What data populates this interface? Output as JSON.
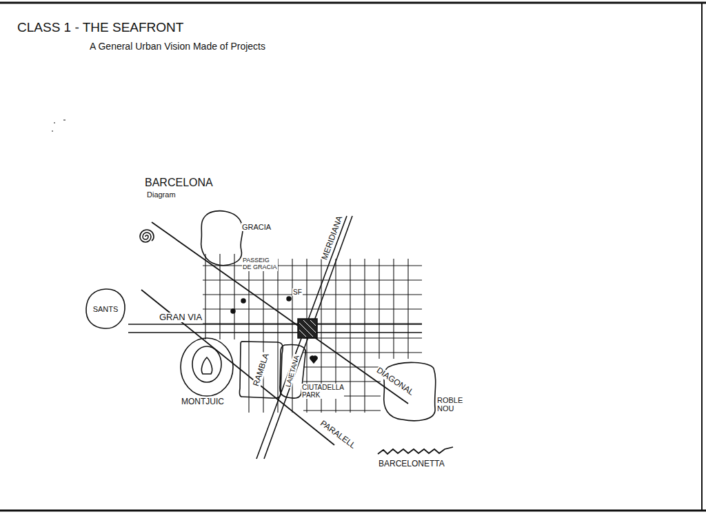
{
  "diagram": {
    "title": "CLASS 1 - THE SEAFRONT",
    "nodes": [
      {
        "text": [
          "GRACIA"
        ]
      },
      {
        "text": [
          "SANTS"
        ]
      },
      {
        "text": [
          "MONTJUIC"
        ]
      },
      {
        "text": [
          "RAMBLA"
        ]
      },
      {
        "text": [
          "LAIETANA"
        ]
      },
      {
        "text": [
          "ROBLE NOU"
        ]
      }
    ],
    "labels": [
      "A General Urban Vision Made of Projects",
      "BARCELONA",
      "Diagram",
      "PASSEIG DE GRACIA",
      "SF",
      "MERIDIANA",
      "GRAN VIA",
      "DIAGONAL",
      "CIUTADELLA PARK",
      "PARALELL",
      "BARCELONETTA"
    ]
  }
}
